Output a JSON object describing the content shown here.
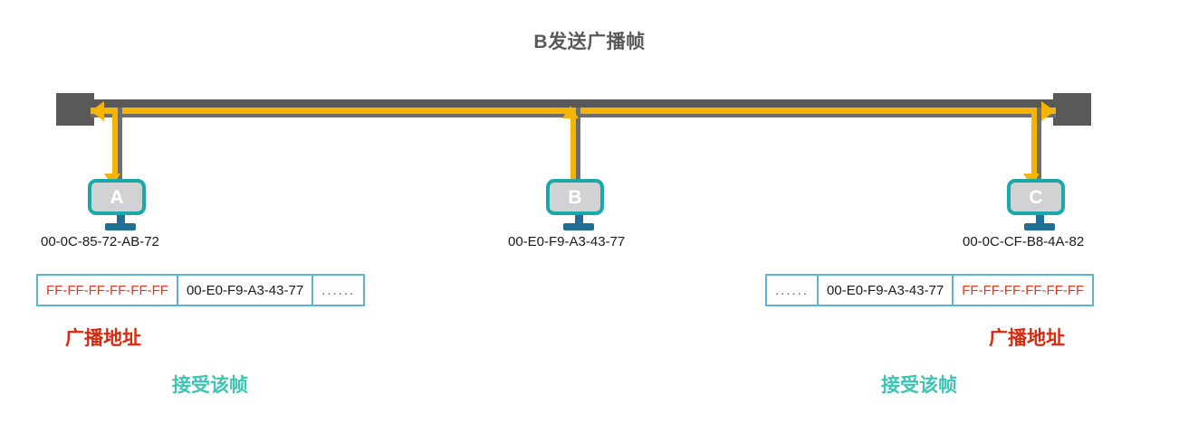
{
  "title": "B发送广播帧",
  "colors": {
    "bus_gray": "#595959",
    "signal_yellow": "#f5b400",
    "host_teal": "#1aa8a8",
    "host_base_blue": "#1f6f96",
    "frame_border_blue": "#5bb4d8",
    "broadcast_red": "#e8381f",
    "annot_red": "#d6290e",
    "annot_teal": "#3fc4b4",
    "title_gray": "#595959"
  },
  "bus": {
    "left_terminator_name": "bus-terminator",
    "right_terminator_name": "bus-terminator",
    "left_arrow_direction": "left",
    "right_arrow_direction": "right"
  },
  "hosts": [
    {
      "id": "a",
      "letter": "A",
      "mac": "00-0C-85-72-AB-72",
      "arrow": "down"
    },
    {
      "id": "b",
      "letter": "B",
      "mac": "00-E0-F9-A3-43-77",
      "arrow": "up"
    },
    {
      "id": "c",
      "letter": "C",
      "mac": "00-0C-CF-B8-4A-82",
      "arrow": "down"
    }
  ],
  "frames": {
    "left": {
      "cells": [
        {
          "text": "FF-FF-FF-FF-FF-FF",
          "kind": "broadcast"
        },
        {
          "text": "00-E0-F9-A3-43-77",
          "kind": "source"
        },
        {
          "text": "......",
          "kind": "payload"
        }
      ]
    },
    "right": {
      "cells": [
        {
          "text": "......",
          "kind": "payload"
        },
        {
          "text": "00-E0-F9-A3-43-77",
          "kind": "source"
        },
        {
          "text": "FF-FF-FF-FF-FF-FF",
          "kind": "broadcast"
        }
      ]
    }
  },
  "annotations": {
    "broadcast_left": "广播地址",
    "broadcast_right": "广播地址",
    "accept_left": "接受该帧",
    "accept_right": "接受该帧"
  }
}
